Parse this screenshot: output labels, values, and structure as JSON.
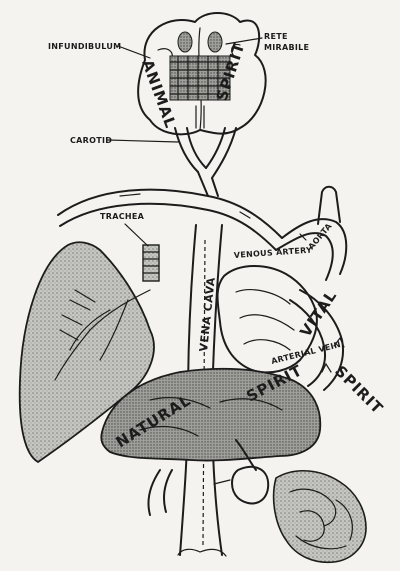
{
  "diagram": {
    "labels": {
      "infundibulum": "INFUNDIBULUM",
      "rete_mirabile_1": "RETE",
      "rete_mirabile_2": "MIRABILE",
      "animal": "ANIMAL",
      "spirit_top": "SPIRIT",
      "carotid": "CAROTID",
      "trachea": "TRACHEA",
      "aorta": "AORTA",
      "vena_cava": "VENA CAVA",
      "vital": "VITAL",
      "spirit_vital": "SPIRIT",
      "natural": "NATURAL",
      "spirit_natural": "SPIRIT",
      "venous_artery": "VENOUS ARTERY",
      "arterial_vein": "ARTERIAL VEIN"
    },
    "colors": {
      "ink": "#1c1c1c",
      "paper": "#f4f3ef",
      "tissue": "#b9b9b5",
      "tissue_dark": "#8e8e8a"
    }
  }
}
